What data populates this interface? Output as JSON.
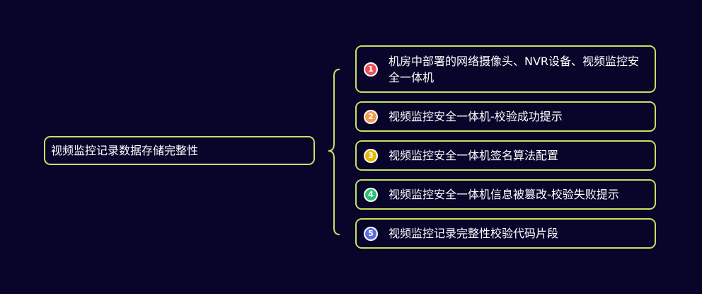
{
  "root": {
    "label": "视频监控记录数据存储完整性"
  },
  "children": [
    {
      "number": "1",
      "color": "#e8515a",
      "label": "机房中部署的网络摄像头、NVR设备、视频监控安全一体机"
    },
    {
      "number": "2",
      "color": "#f59b4c",
      "label": "视频监控安全一体机-校验成功提示"
    },
    {
      "number": "3",
      "color": "#e6b800",
      "label": "视频监控安全一体机签名算法配置"
    },
    {
      "number": "4",
      "color": "#2dbf75",
      "label": "视频监控安全一体机信息被篡改-校验失败提示"
    },
    {
      "number": "5",
      "color": "#5a6ee0",
      "label": "视频监控记录完整性校验代码片段"
    }
  ],
  "connector_color": "#c6e160"
}
